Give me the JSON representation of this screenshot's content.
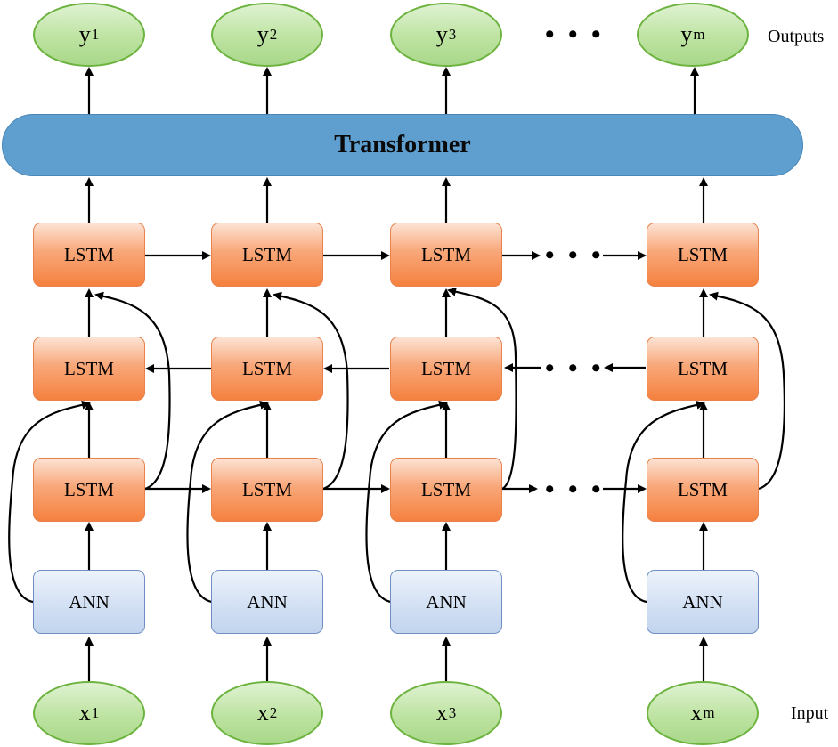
{
  "transformer_label": "Transformer",
  "outputs_label": "Outputs",
  "input_label": "Input",
  "ellipsis": "• • •",
  "outputs": [
    {
      "base": "y",
      "sub": "1"
    },
    {
      "base": "y",
      "sub": "2"
    },
    {
      "base": "y",
      "sub": "3"
    },
    {
      "base": "y",
      "sub": "m"
    }
  ],
  "inputs": [
    {
      "base": "x",
      "sub": "1"
    },
    {
      "base": "x",
      "sub": "2"
    },
    {
      "base": "x",
      "sub": "3"
    },
    {
      "base": "x",
      "sub": "m"
    }
  ],
  "lstm_label": "LSTM",
  "ann_label": "ANN",
  "colors": {
    "ellipse_fill": "#bde3a1",
    "ellipse_border": "#6db33f",
    "lstm_fill": "#f8a779",
    "ann_fill": "#d5e2f4",
    "transformer_fill": "#5e9fd0"
  }
}
